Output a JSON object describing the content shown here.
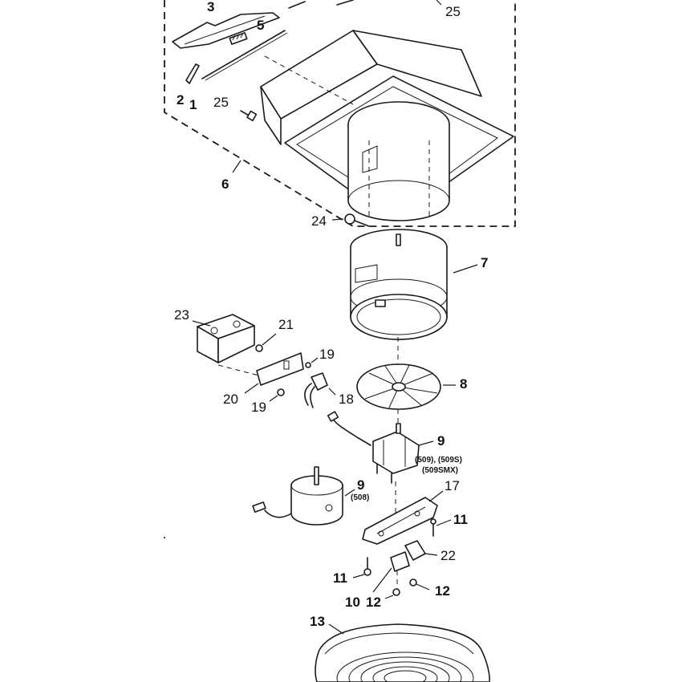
{
  "callouts": {
    "c1": "1",
    "c2": "2",
    "c3": "3",
    "c5": "5",
    "c6": "6",
    "c7": "7",
    "c8": "8",
    "c9a": "9",
    "c9b": "9",
    "c10": "10",
    "c11a": "11",
    "c11b": "11",
    "c12a": "12",
    "c12b": "12",
    "c13": "13",
    "c17": "17",
    "c18": "18",
    "c19a": "19",
    "c19b": "19",
    "c20": "20",
    "c21": "21",
    "c22": "22",
    "c23": "23",
    "c24": "24",
    "c25a": "25",
    "c25b": "25"
  },
  "notes": {
    "motor_models_line1": "(509), (509S)",
    "motor_models_line2": "(509SMX)",
    "motor_alt_model": "(508)"
  }
}
